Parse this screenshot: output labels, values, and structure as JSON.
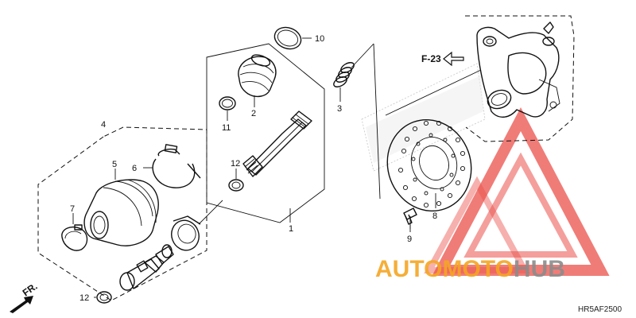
{
  "diagram": {
    "callouts": [
      {
        "id": "c1",
        "label": "1"
      },
      {
        "id": "c2",
        "label": "2"
      },
      {
        "id": "c3",
        "label": "3"
      },
      {
        "id": "c4",
        "label": "4"
      },
      {
        "id": "c5",
        "label": "5"
      },
      {
        "id": "c6",
        "label": "6"
      },
      {
        "id": "c7",
        "label": "7"
      },
      {
        "id": "c8",
        "label": "8"
      },
      {
        "id": "c9",
        "label": "9"
      },
      {
        "id": "c10",
        "label": "10"
      },
      {
        "id": "c11",
        "label": "11"
      },
      {
        "id": "c12a",
        "label": "12"
      },
      {
        "id": "c12b",
        "label": "12"
      }
    ],
    "ref_label": "F-23",
    "direction_label": "FR.",
    "diagram_code": "HR5AF2500"
  },
  "watermark": {
    "part1": "AUTO",
    "part2": "MOTO",
    "part3": "HUB",
    "colors": {
      "orange": "#f5a623",
      "red": "#e8322b",
      "gray": "#8c8c8c"
    }
  }
}
